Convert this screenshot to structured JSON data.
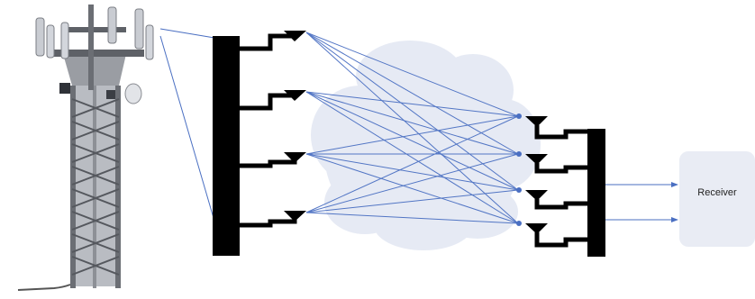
{
  "receiver": {
    "label": "Receiver"
  },
  "colors": {
    "beam": "#4a6fc2",
    "cloud": "#e6eaf4",
    "structure": "#000000",
    "receiver_box": "#e9ecf4",
    "tower": "#7d8086"
  },
  "icons": [
    "cell-tower-icon",
    "antenna-icon",
    "cloud-icon"
  ],
  "counts": {
    "tx_antennas": 4,
    "rx_antennas": 4,
    "output_links": 2
  }
}
